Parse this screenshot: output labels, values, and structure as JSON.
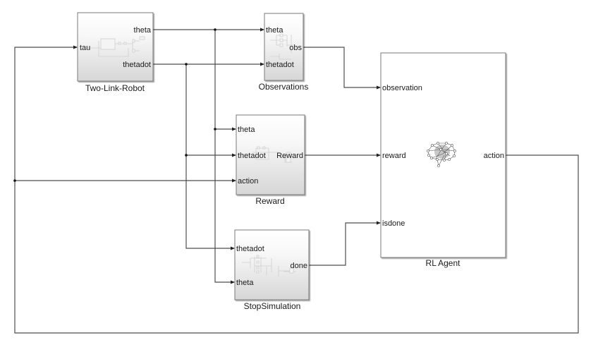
{
  "diagram": {
    "type": "simulink-model",
    "blocks": {
      "robot": {
        "name": "Two-Link-Robot",
        "inputs": [
          "tau"
        ],
        "outputs": [
          "theta",
          "thetadot"
        ],
        "icon": "subsystem-icon"
      },
      "observations": {
        "name": "Observations",
        "inputs": [
          "theta",
          "thetadot"
        ],
        "outputs": [
          "obs"
        ],
        "icon": "subsystem-icon"
      },
      "reward": {
        "name": "Reward",
        "inputs": [
          "theta",
          "thetadot",
          "action"
        ],
        "outputs": [
          "Reward"
        ],
        "icon": "subsystem-icon"
      },
      "stop": {
        "name": "StopSimulation",
        "inputs": [
          "thetadot",
          "theta"
        ],
        "outputs": [
          "done"
        ],
        "icon": "subsystem-icon"
      },
      "agent": {
        "name": "RL Agent",
        "inputs": [
          "observation",
          "reward",
          "isdone"
        ],
        "outputs": [
          "action"
        ],
        "icon": "neural-network-brain-icon"
      }
    },
    "connections": [
      {
        "from": "Two-Link-Robot.theta",
        "to": [
          "Observations.theta",
          "Reward.theta",
          "StopSimulation.theta"
        ]
      },
      {
        "from": "Two-Link-Robot.thetadot",
        "to": [
          "Observations.thetadot",
          "Reward.thetadot",
          "StopSimulation.thetadot"
        ]
      },
      {
        "from": "Observations.obs",
        "to": [
          "RL Agent.observation"
        ]
      },
      {
        "from": "Reward.Reward",
        "to": [
          "RL Agent.reward"
        ]
      },
      {
        "from": "StopSimulation.done",
        "to": [
          "RL Agent.isdone"
        ]
      },
      {
        "from": "RL Agent.action",
        "to": [
          "Two-Link-Robot.tau",
          "Reward.action"
        ]
      }
    ],
    "colors": {
      "wire": "#4d4d4d",
      "block_border": "#7a7a7a",
      "block_fill_top": "#ffffff",
      "block_fill_bottom": "#d9d9d9",
      "text": "#1a1a1a"
    }
  }
}
